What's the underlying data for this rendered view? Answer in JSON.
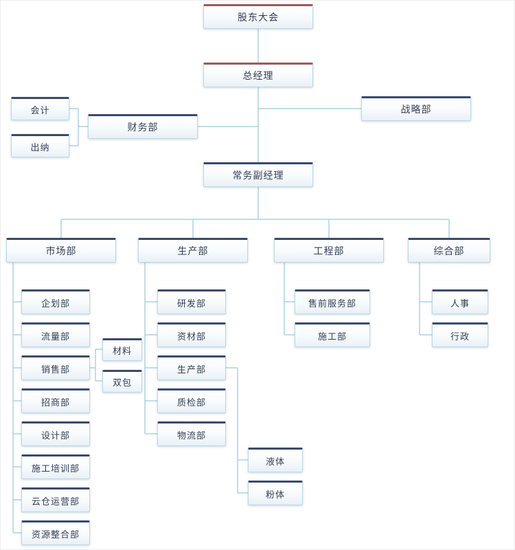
{
  "colors": {
    "accent_top_level": "#9a5b5b",
    "accent_default": "#3b4a6b",
    "connector": "#abd2e3",
    "node_border": "#b9d8e8",
    "node_text": "#333f57",
    "background": "#ffffff"
  },
  "tree": {
    "label": "股东大会",
    "children": [
      {
        "label": "总经理",
        "children": [
          {
            "label": "财务部",
            "children": [
              {
                "label": "会计"
              },
              {
                "label": "出纳"
              }
            ]
          },
          {
            "label": "战略部"
          },
          {
            "label": "常务副经理",
            "children": [
              {
                "label": "市场部",
                "children": [
                  {
                    "label": "企划部"
                  },
                  {
                    "label": "流量部"
                  },
                  {
                    "label": "销售部",
                    "children": [
                      {
                        "label": "材料"
                      },
                      {
                        "label": "双包"
                      }
                    ]
                  },
                  {
                    "label": "招商部"
                  },
                  {
                    "label": "设计部"
                  },
                  {
                    "label": "施工培训部"
                  },
                  {
                    "label": "云仓运营部"
                  },
                  {
                    "label": "资源整合部"
                  }
                ]
              },
              {
                "label": "生产部",
                "children": [
                  {
                    "label": "研发部"
                  },
                  {
                    "label": "资材部"
                  },
                  {
                    "label": "生产部",
                    "children": [
                      {
                        "label": "液体"
                      },
                      {
                        "label": "粉体"
                      }
                    ]
                  },
                  {
                    "label": "质检部"
                  },
                  {
                    "label": "物流部"
                  }
                ]
              },
              {
                "label": "工程部",
                "children": [
                  {
                    "label": "售前服务部"
                  },
                  {
                    "label": "施工部"
                  }
                ]
              },
              {
                "label": "综合部",
                "children": [
                  {
                    "label": "人事"
                  },
                  {
                    "label": "行政"
                  }
                ]
              }
            ]
          }
        ]
      }
    ]
  }
}
